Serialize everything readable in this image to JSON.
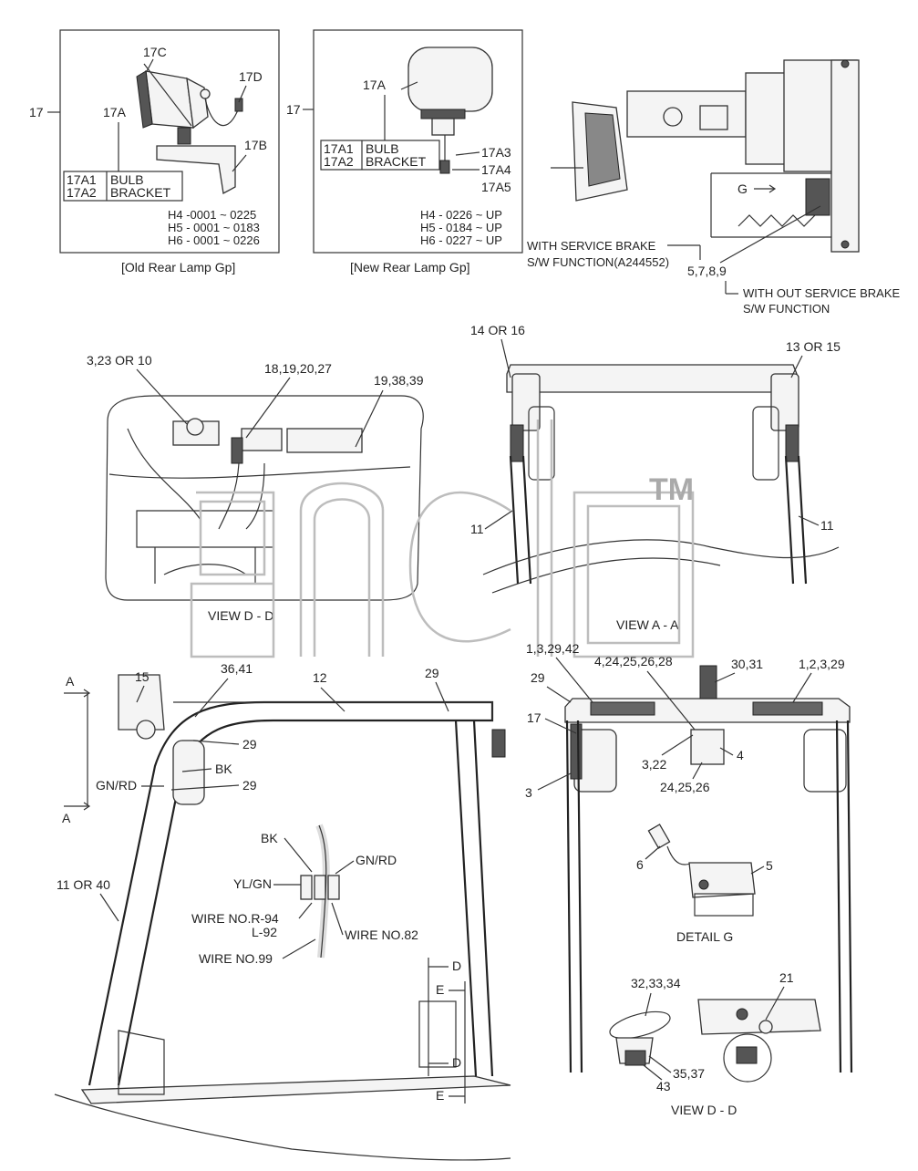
{
  "boxes": {
    "old": {
      "ref": "17",
      "parts": [
        "17C",
        "17A",
        "17D",
        "17B"
      ],
      "table": [
        [
          "17A1",
          "BULB"
        ],
        [
          "17A2",
          "BRACKET"
        ]
      ],
      "serials": [
        "H4 -0001 ~ 0225",
        "H5 - 0001 ~ 0183",
        "H6 - 0001 ~ 0226"
      ],
      "caption": "[Old Rear Lamp Gp]"
    },
    "new": {
      "ref": "17",
      "parts": [
        "17A",
        "17A3",
        "17A4",
        "17A5"
      ],
      "table": [
        [
          "17A1",
          "BULB"
        ],
        [
          "17A2",
          "BRACKET"
        ]
      ],
      "serials": [
        "H4 - 0226 ~ UP",
        "H5 - 0184 ~ UP",
        "H6 - 0227 ~ UP"
      ],
      "caption": "[New Rear Lamp Gp]"
    }
  },
  "brake_note": {
    "with_1": "WITH SERVICE BRAKE",
    "with_2": "S/W FUNCTION(A244552)",
    "parts": "5,7,8,9",
    "without_1": "WITH OUT SERVICE BRAKE",
    "without_2": "S/W FUNCTION",
    "g_arrow": "G"
  },
  "view_dd_top": {
    "labels": [
      "3,23 OR 10",
      "18,19,20,27",
      "19,38,39"
    ],
    "title": "VIEW  D - D"
  },
  "view_aa": {
    "labels": [
      "14 OR 16",
      "13 OR 15",
      "11",
      "11"
    ],
    "title": "VIEW  A - A"
  },
  "side_view": {
    "section_a": [
      "A",
      "A"
    ],
    "labels": [
      "15",
      "36,41",
      "12",
      "29",
      "29",
      "BK",
      "GN/RD",
      "29",
      "11 OR 40"
    ],
    "connector": [
      "BK",
      "GN/RD",
      "YL/GN",
      "WIRE NO.R-94",
      "L-92",
      "WIRE NO.82",
      "WIRE NO.99"
    ],
    "sections": [
      "D",
      "E",
      "D",
      "E"
    ]
  },
  "rear_view": {
    "labels": [
      "1,3,29,42",
      "4,24,25,26,28",
      "30,31",
      "1,2,3,29",
      "29",
      "17",
      "3,22",
      "4",
      "24,25,26",
      "3"
    ]
  },
  "detail_g": {
    "labels": [
      "6",
      "5"
    ],
    "title": "DETAIL  G"
  },
  "view_dd_bottom": {
    "labels": [
      "32,33,34",
      "21",
      "35,37",
      "43"
    ],
    "title": "VIEW  D - D"
  },
  "watermark": {
    "trademark": "TM"
  }
}
